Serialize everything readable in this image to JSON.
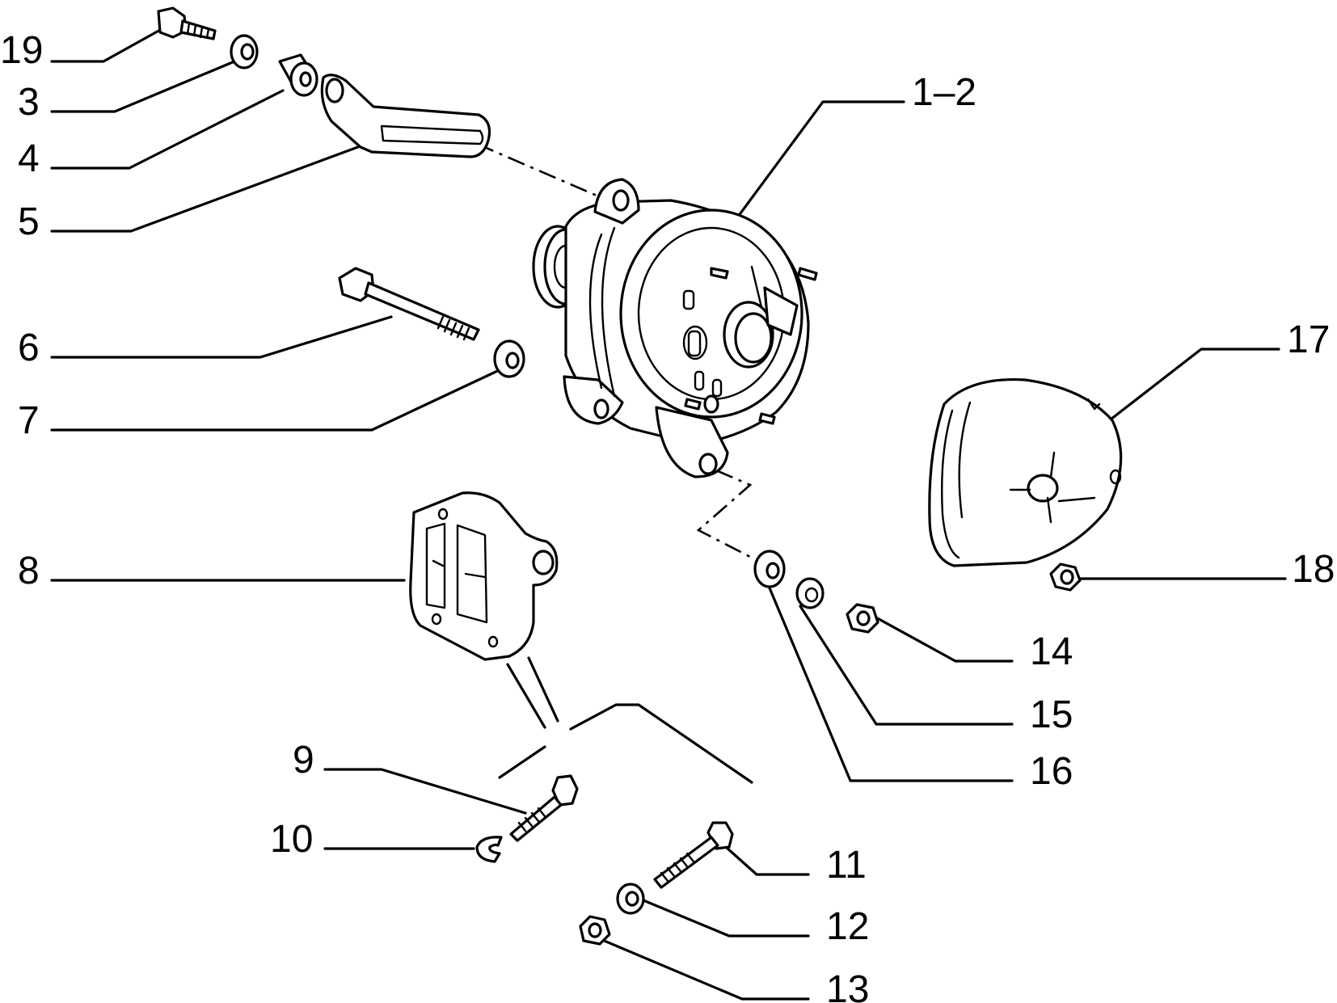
{
  "callouts": {
    "c19": "19",
    "c3": "3",
    "c4": "4",
    "c5": "5",
    "c12_range": "1–2",
    "c6": "6",
    "c7": "7",
    "c17": "17",
    "c8": "8",
    "c18": "18",
    "c14": "14",
    "c15": "15",
    "c16": "16",
    "c9": "9",
    "c10": "10",
    "c11": "11",
    "c12": "12",
    "c13": "13"
  },
  "parts": [
    "bolt-19",
    "spacer-3",
    "bushing-4",
    "bracket-5",
    "alternator-1-2",
    "long-bolt-6",
    "washer-7",
    "rear-cover-17",
    "mounting-bracket-8",
    "nut-18",
    "nut-14",
    "washer-15",
    "washer-16",
    "bolt-9",
    "clip-10",
    "bolt-11",
    "washer-12",
    "nut-13"
  ]
}
